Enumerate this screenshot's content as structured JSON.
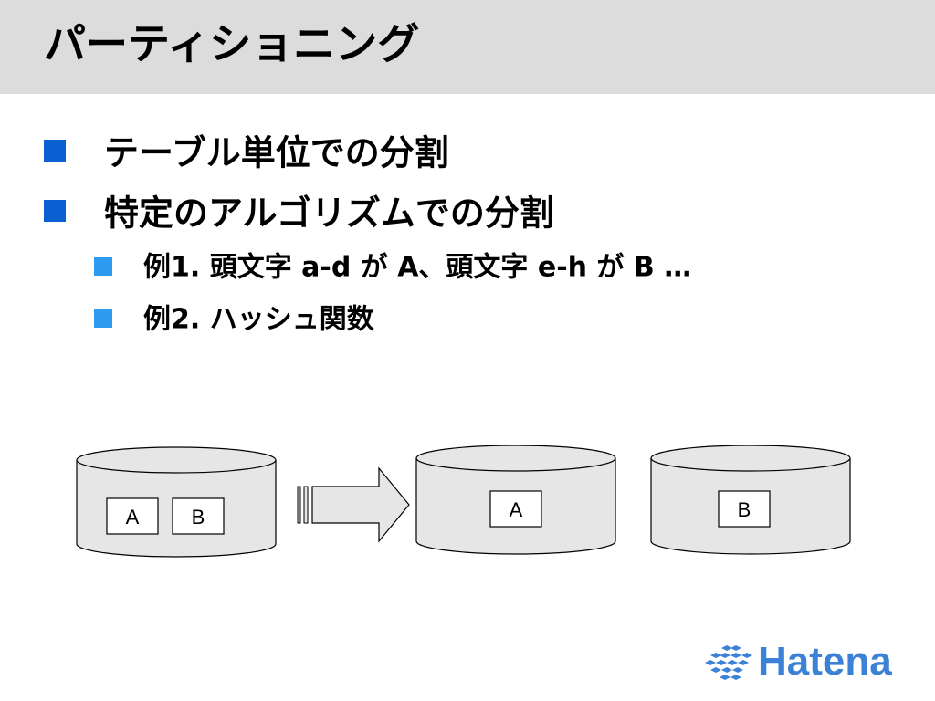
{
  "slide": {
    "title": "パーティショニング"
  },
  "bullets": [
    {
      "level": 1,
      "text": "テーブル単位での分割"
    },
    {
      "level": 1,
      "text": "特定のアルゴリズムでの分割"
    },
    {
      "level": 2,
      "text": "例1. 頭文字 a-d が A、頭文字 e-h が B …"
    },
    {
      "level": 2,
      "text": "例2. ハッシュ関数"
    }
  ],
  "diagram": {
    "source_db": {
      "boxes": [
        "A",
        "B"
      ]
    },
    "target_db_a": {
      "box": "A"
    },
    "target_db_b": {
      "box": "B"
    }
  },
  "logo": {
    "text": "Hatena"
  },
  "colors": {
    "title_bar": "#dcdcdc",
    "bullet_level1": "#0a5fd1",
    "bullet_level2": "#2f9bf0",
    "cylinder_fill": "#e6e6e6",
    "logo": "#3b82d6"
  }
}
